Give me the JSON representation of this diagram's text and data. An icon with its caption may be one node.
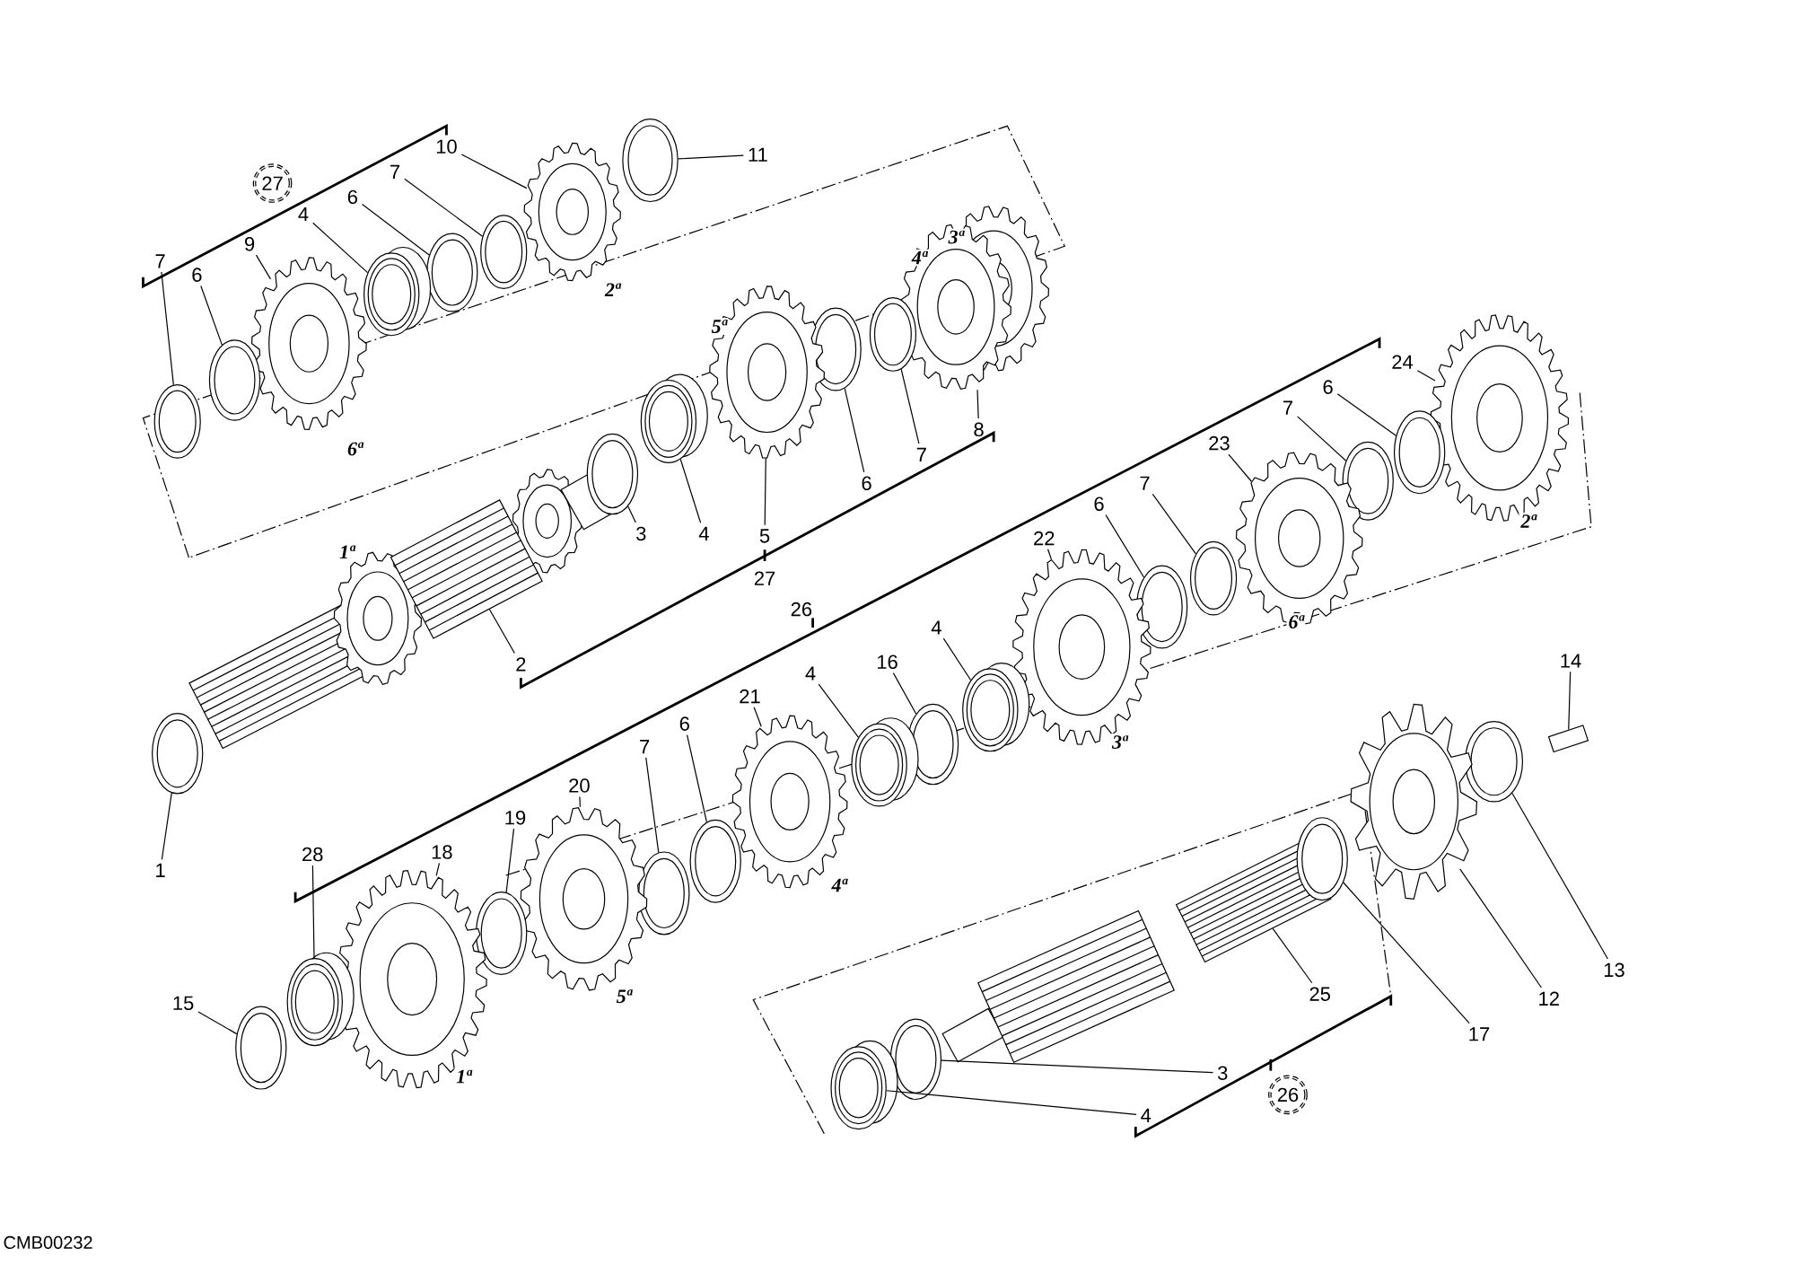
{
  "diagram": {
    "nodes": [
      {
        "text": [
          "10"
        ]
      },
      {
        "text": [
          "11"
        ]
      },
      {
        "text": [
          "27"
        ]
      },
      {
        "text": [
          "7"
        ]
      },
      {
        "text": [
          "6"
        ]
      },
      {
        "text": [
          "4"
        ]
      },
      {
        "text": [
          "9"
        ]
      },
      {
        "text": [
          "7"
        ]
      },
      {
        "text": [
          "6"
        ]
      },
      {
        "text": [
          "24"
        ]
      },
      {
        "text": [
          "6"
        ]
      },
      {
        "text": [
          "7"
        ]
      },
      {
        "text": [
          "8"
        ]
      },
      {
        "text": [
          "23"
        ]
      },
      {
        "text": [
          "7"
        ]
      },
      {
        "text": [
          "6"
        ]
      },
      {
        "text": [
          "7"
        ]
      },
      {
        "text": [
          "6"
        ]
      },
      {
        "text": [
          "4"
        ]
      },
      {
        "text": [
          "3"
        ]
      },
      {
        "text": [
          "5"
        ]
      },
      {
        "text": [
          "22"
        ]
      },
      {
        "text": [
          "4"
        ]
      },
      {
        "text": [
          "2"
        ]
      },
      {
        "text": [
          "14"
        ]
      },
      {
        "text": [
          "16"
        ]
      },
      {
        "text": [
          "4"
        ]
      },
      {
        "text": [
          "21"
        ]
      },
      {
        "text": [
          "6"
        ]
      },
      {
        "text": [
          "7"
        ]
      },
      {
        "text": [
          "20"
        ]
      },
      {
        "text": [
          "19"
        ]
      },
      {
        "text": [
          "18"
        ]
      },
      {
        "text": [
          "28"
        ]
      },
      {
        "text": [
          "1"
        ]
      },
      {
        "text": [
          "13"
        ]
      },
      {
        "text": [
          "25"
        ]
      },
      {
        "text": [
          "12"
        ]
      },
      {
        "text": [
          "15"
        ]
      },
      {
        "text": [
          "17"
        ]
      },
      {
        "text": [
          "3"
        ]
      },
      {
        "text": [
          "26"
        ]
      },
      {
        "text": [
          "4"
        ]
      },
      {
        "text": [],
        "shape": "picture"
      },
      {
        "text": [],
        "shape": "picture"
      },
      {
        "text": [],
        "shape": "picture"
      },
      {
        "text": [],
        "shape": "picture"
      },
      {
        "text": [],
        "shape": "picture"
      },
      {
        "text": [],
        "shape": "picture"
      },
      {
        "text": [],
        "shape": "picture"
      },
      {
        "text": [],
        "shape": "picture"
      },
      {
        "text": [],
        "shape": "picture"
      },
      {
        "text": [],
        "shape": "picture"
      },
      {
        "text": [],
        "shape": "picture"
      },
      {
        "text": [],
        "shape": "picture"
      },
      {
        "text": [],
        "shape": "picture"
      },
      {
        "text": [],
        "shape": "picture"
      },
      {
        "text": [],
        "shape": "picture"
      },
      {
        "text": [],
        "shape": "picture"
      },
      {
        "text": [],
        "shape": "picture"
      },
      {
        "text": [],
        "shape": "picture"
      },
      {
        "text": [],
        "shape": "picture"
      },
      {
        "text": [],
        "shape": "picture"
      },
      {
        "text": [],
        "shape": "picture"
      },
      {
        "text": [],
        "shape": "picture"
      },
      {
        "text": [],
        "shape": "picture"
      },
      {
        "text": [],
        "shape": "picture"
      },
      {
        "text": [],
        "shape": "picture"
      },
      {
        "text": [],
        "shape": "picture"
      },
      {
        "text": [],
        "shape": "picture"
      },
      {
        "text": [],
        "shape": "picture"
      },
      {
        "text": [],
        "shape": "picture"
      },
      {
        "text": [],
        "shape": "picture"
      },
      {
        "text": [],
        "shape": "picture"
      },
      {
        "text": [],
        "shape": "picture"
      },
      {
        "text": [],
        "shape": "picture"
      },
      {
        "text": [],
        "shape": "picture"
      },
      {
        "text": [],
        "shape": "picture"
      },
      {
        "text": [],
        "shape": "picture"
      },
      {
        "text": [],
        "shape": "picture"
      },
      {
        "text": [],
        "shape": "picture"
      },
      {
        "text": [],
        "shape": "picture"
      },
      {
        "text": [],
        "shape": "picture"
      },
      {
        "text": [],
        "shape": "picture"
      }
    ],
    "edges": [
      {
        "from": 0,
        "to": 43,
        "arrow": "none"
      },
      {
        "from": 1,
        "to": 44,
        "arrow": "none"
      },
      {
        "from": 3,
        "to": 45,
        "arrow": "none"
      },
      {
        "from": 4,
        "to": 46,
        "arrow": "none"
      },
      {
        "from": 5,
        "to": 47,
        "arrow": "none"
      },
      {
        "from": 6,
        "to": 48,
        "arrow": "none"
      },
      {
        "from": 7,
        "to": 49,
        "arrow": "none"
      },
      {
        "from": 8,
        "to": 50,
        "arrow": "none"
      },
      {
        "from": 9,
        "to": 51,
        "arrow": "none"
      },
      {
        "from": 10,
        "to": 52,
        "arrow": "none"
      },
      {
        "from": 11,
        "to": 53,
        "arrow": "none"
      },
      {
        "from": 12,
        "to": 54,
        "arrow": "none"
      },
      {
        "from": 13,
        "to": 55,
        "arrow": "none"
      },
      {
        "from": 14,
        "to": 56,
        "arrow": "none"
      },
      {
        "from": 15,
        "to": 57,
        "arrow": "none"
      },
      {
        "from": 16,
        "to": 58,
        "arrow": "none"
      },
      {
        "from": 17,
        "to": 59,
        "arrow": "none"
      },
      {
        "from": 18,
        "to": 60,
        "arrow": "none"
      },
      {
        "from": 19,
        "to": 61,
        "arrow": "none"
      },
      {
        "from": 20,
        "to": 62,
        "arrow": "none"
      },
      {
        "from": 21,
        "to": 63,
        "arrow": "none"
      },
      {
        "from": 22,
        "to": 64,
        "arrow": "none"
      },
      {
        "from": 23,
        "to": 65,
        "arrow": "none"
      },
      {
        "from": 24,
        "to": 66,
        "arrow": "none"
      },
      {
        "from": 25,
        "to": 67,
        "arrow": "none"
      },
      {
        "from": 26,
        "to": 68,
        "arrow": "none"
      },
      {
        "from": 27,
        "to": 69,
        "arrow": "none"
      },
      {
        "from": 28,
        "to": 70,
        "arrow": "none"
      },
      {
        "from": 29,
        "to": 71,
        "arrow": "none"
      },
      {
        "from": 30,
        "to": 72,
        "arrow": "none"
      },
      {
        "from": 31,
        "to": 73,
        "arrow": "none"
      },
      {
        "from": 32,
        "to": 74,
        "arrow": "none"
      },
      {
        "from": 33,
        "to": 75,
        "arrow": "none"
      },
      {
        "from": 34,
        "to": 76,
        "arrow": "none"
      },
      {
        "from": 35,
        "to": 77,
        "arrow": "none"
      },
      {
        "from": 36,
        "to": 78,
        "arrow": "none"
      },
      {
        "from": 37,
        "to": 79,
        "arrow": "none"
      },
      {
        "from": 38,
        "to": 80,
        "arrow": "none"
      },
      {
        "from": 39,
        "to": 81,
        "arrow": "none"
      },
      {
        "from": 40,
        "to": 82,
        "arrow": "none"
      },
      {
        "from": 42,
        "to": 83,
        "arrow": "none"
      }
    ],
    "labels": [
      "3ª",
      "4ª",
      "2ª",
      "5ª",
      "6ª",
      "2ª",
      "1ª",
      "27",
      "26",
      "6ª",
      "3ª",
      "4ª",
      "5ª",
      "1ª",
      "CMB00232"
    ]
  }
}
